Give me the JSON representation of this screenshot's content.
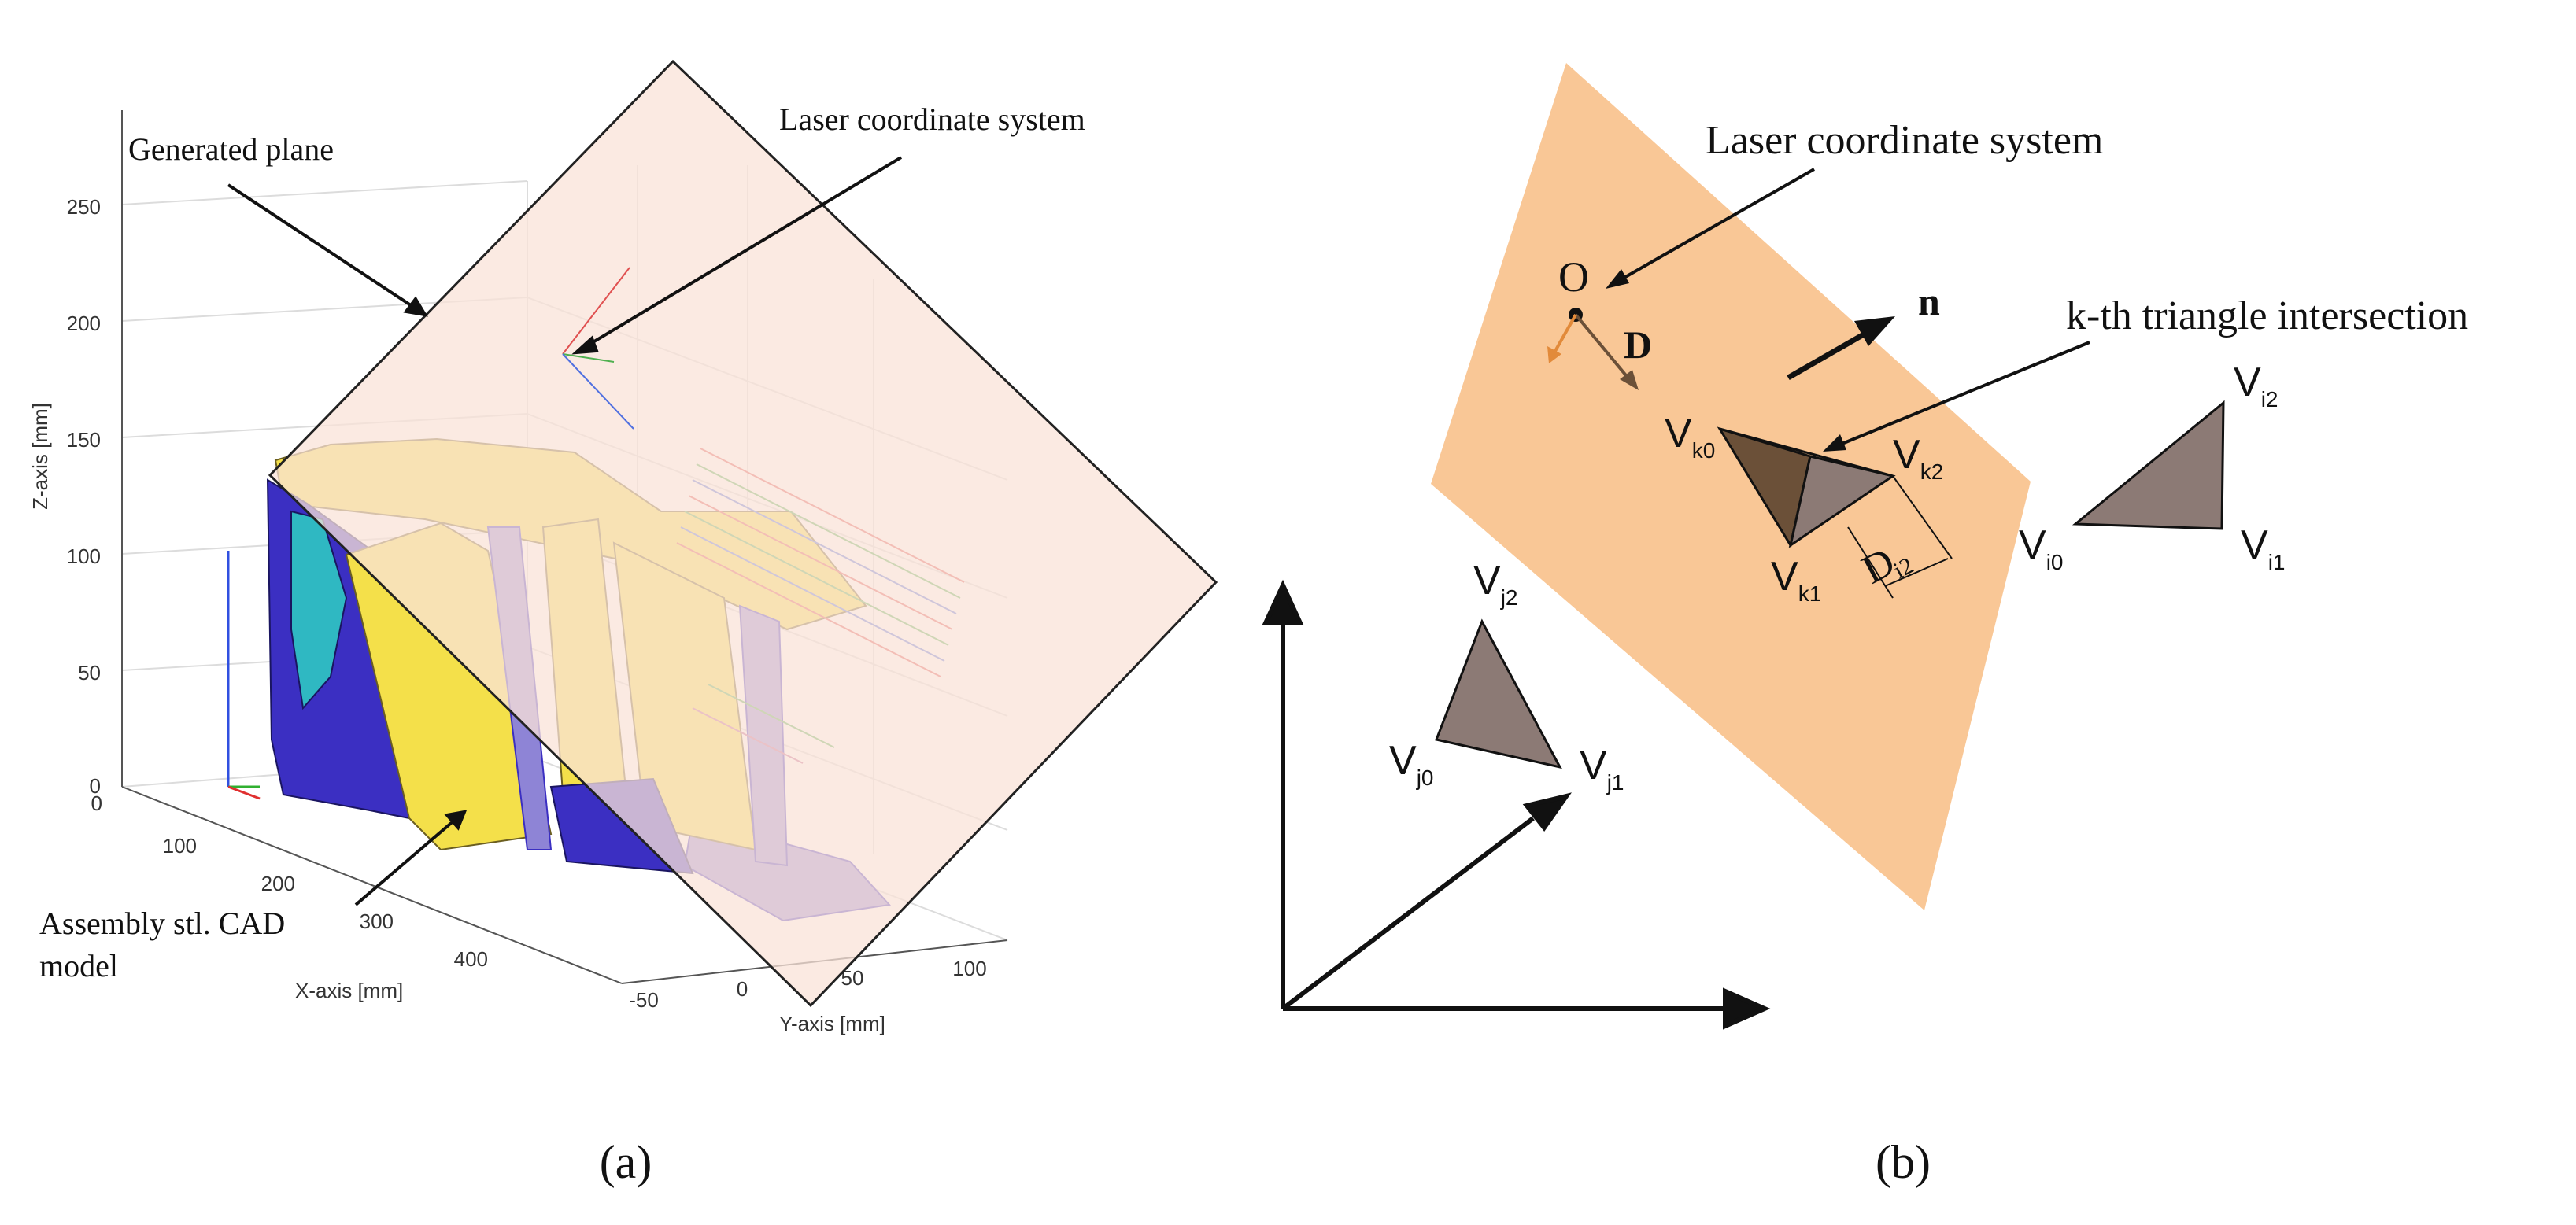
{
  "panel_a": {
    "label": "(a)",
    "annotations": {
      "generated_plane": "Generated plane",
      "laser_cs": "Laser coordinate system",
      "assembly_line1": "Assembly stl. CAD",
      "assembly_line2": "model"
    },
    "axes": {
      "z_label": "Z-axis [mm]",
      "x_label": "X-axis [mm]",
      "y_label": "Y-axis [mm]",
      "z_ticks": [
        "250",
        "200",
        "150",
        "100",
        "50",
        "0"
      ],
      "x_ticks": [
        "0",
        "100",
        "200",
        "300",
        "400"
      ],
      "y_ticks": [
        "-50",
        "0",
        "50",
        "100"
      ]
    },
    "colors": {
      "plane": "#f9e3d8",
      "model_yellow": "#f4e04a",
      "model_blue": "#3b2fc2",
      "model_purple": "#8e84d6"
    }
  },
  "panel_b": {
    "label": "(b)",
    "annotations": {
      "laser_cs": "Laser coordinate system",
      "k_intersection": "k-th triangle intersection",
      "origin": "O",
      "direction": "D",
      "normal": "n",
      "distance_main": "D",
      "distance_sub": "i2"
    },
    "vertices": {
      "V": "V",
      "k0": "k0",
      "k1": "k1",
      "k2": "k2",
      "i0": "i0",
      "i1": "i1",
      "i2": "i2",
      "j0": "j0",
      "j1": "j1",
      "j2": "j2"
    },
    "colors": {
      "plane": "#f9c796",
      "triangle": "#8c7a75",
      "triangle_dark": "#6b5038"
    }
  }
}
